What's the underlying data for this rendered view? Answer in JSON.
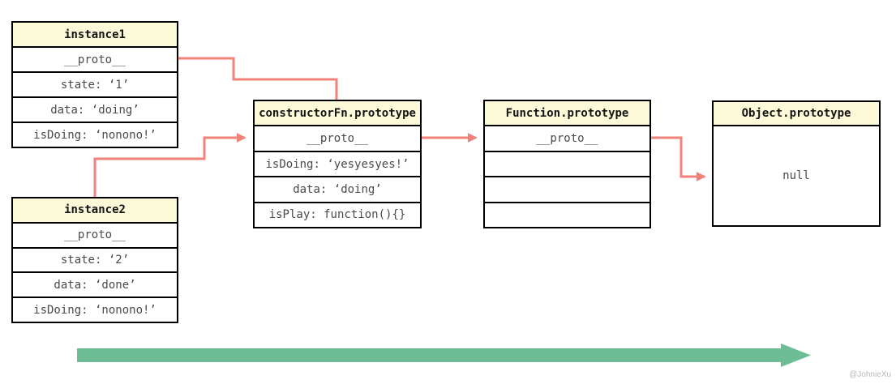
{
  "boxes": [
    {
      "id": "instance1",
      "title": "instance1",
      "rows": [
        "__proto__",
        "state: ‘1’",
        "data: ‘doing’",
        "isDoing: ‘nonono!’"
      ]
    },
    {
      "id": "instance2",
      "title": "instance2",
      "rows": [
        "__proto__",
        "state: ‘2’",
        "data: ‘done’",
        "isDoing: ‘nonono!’"
      ]
    },
    {
      "id": "constructorFn-prototype",
      "title": "constructorFn.prototype",
      "rows": [
        "__proto__",
        "isDoing: ‘yesyesyes!’",
        "data: ‘doing’",
        "isPlay: function(){}"
      ]
    },
    {
      "id": "function-prototype",
      "title": "Function.prototype",
      "rows": [
        "__proto__",
        "",
        "",
        ""
      ]
    },
    {
      "id": "object-prototype",
      "title": "Object.prototype",
      "body": "null"
    }
  ],
  "links": [
    {
      "from": "instance1.__proto__",
      "to": "constructorFn.prototype"
    },
    {
      "from": "instance2.__proto__",
      "to": "constructorFn.prototype.__proto__"
    },
    {
      "from": "constructorFn.prototype.__proto__",
      "to": "Function.prototype"
    },
    {
      "from": "Function.prototype.__proto__",
      "to": "Object.prototype"
    }
  ],
  "watermark": "@JohnieXu",
  "colors": {
    "arrow": "#f0827a",
    "timeline_arrow": "#6cbc96",
    "header_bg": "#fcf9d8",
    "header_text": "#141414",
    "row_text": "#4a4a4a",
    "border": "#000000",
    "watermark_text": "#b9b9b9"
  }
}
